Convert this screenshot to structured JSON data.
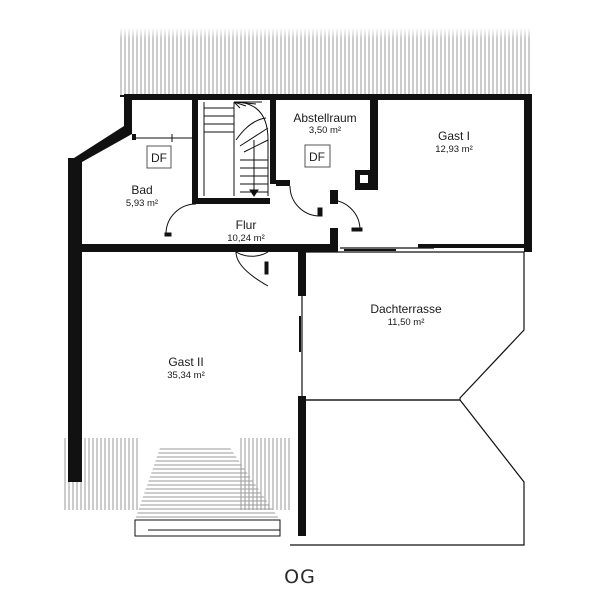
{
  "floor_label": "OG",
  "rooms": {
    "abstellraum": {
      "name": "Abstellraum",
      "area": "3,50 m²"
    },
    "gast1": {
      "name": "Gast I",
      "area": "12,93 m²"
    },
    "bad": {
      "name": "Bad",
      "area": "5,93 m²"
    },
    "flur": {
      "name": "Flur",
      "area": "10,24 m²"
    },
    "dachterrasse": {
      "name": "Dachterrasse",
      "area": "11,50 m²"
    },
    "gast2": {
      "name": "Gast II",
      "area": "35,34 m²"
    }
  },
  "skylight_label": "DF"
}
